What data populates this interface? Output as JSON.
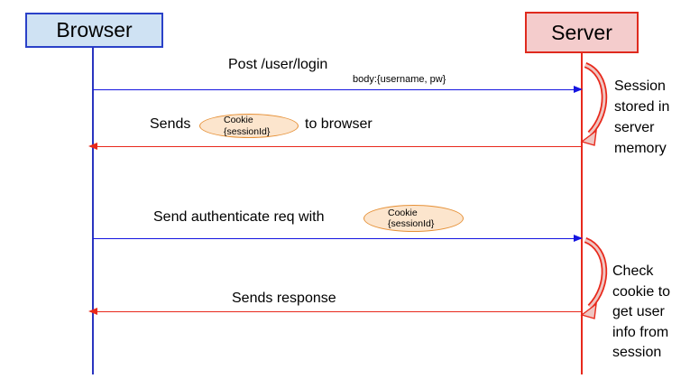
{
  "actors": {
    "browser": "Browser",
    "server": "Server"
  },
  "messages": {
    "login": {
      "label": "Post /user/login",
      "body": "body:{username, pw}"
    },
    "set_cookie": {
      "prefix": "Sends",
      "suffix": "to browser"
    },
    "authenticate": {
      "label": "Send authenticate req with"
    },
    "response": {
      "label": "Sends response"
    }
  },
  "cookie1": {
    "title": "Cookie",
    "value": "{sessionId}"
  },
  "cookie2": {
    "title": "Cookie",
    "value": "{sessionId}"
  },
  "notes": {
    "store": "Session\nstored in\nserver\nmemory",
    "check": "Check\ncookie to\nget user\ninfo from\nsession"
  },
  "colors": {
    "browser_box_fill": "#cfe2f3",
    "browser_box_border": "#2a41c8",
    "server_box_fill": "#f4cccc",
    "server_box_border": "#df2a1e",
    "request_arrow_blue": "#1515e0",
    "response_arrow_red": "#e8291c",
    "cookie_fill": "#fce5cd",
    "cookie_border": "#e69138",
    "text": "#000000"
  }
}
